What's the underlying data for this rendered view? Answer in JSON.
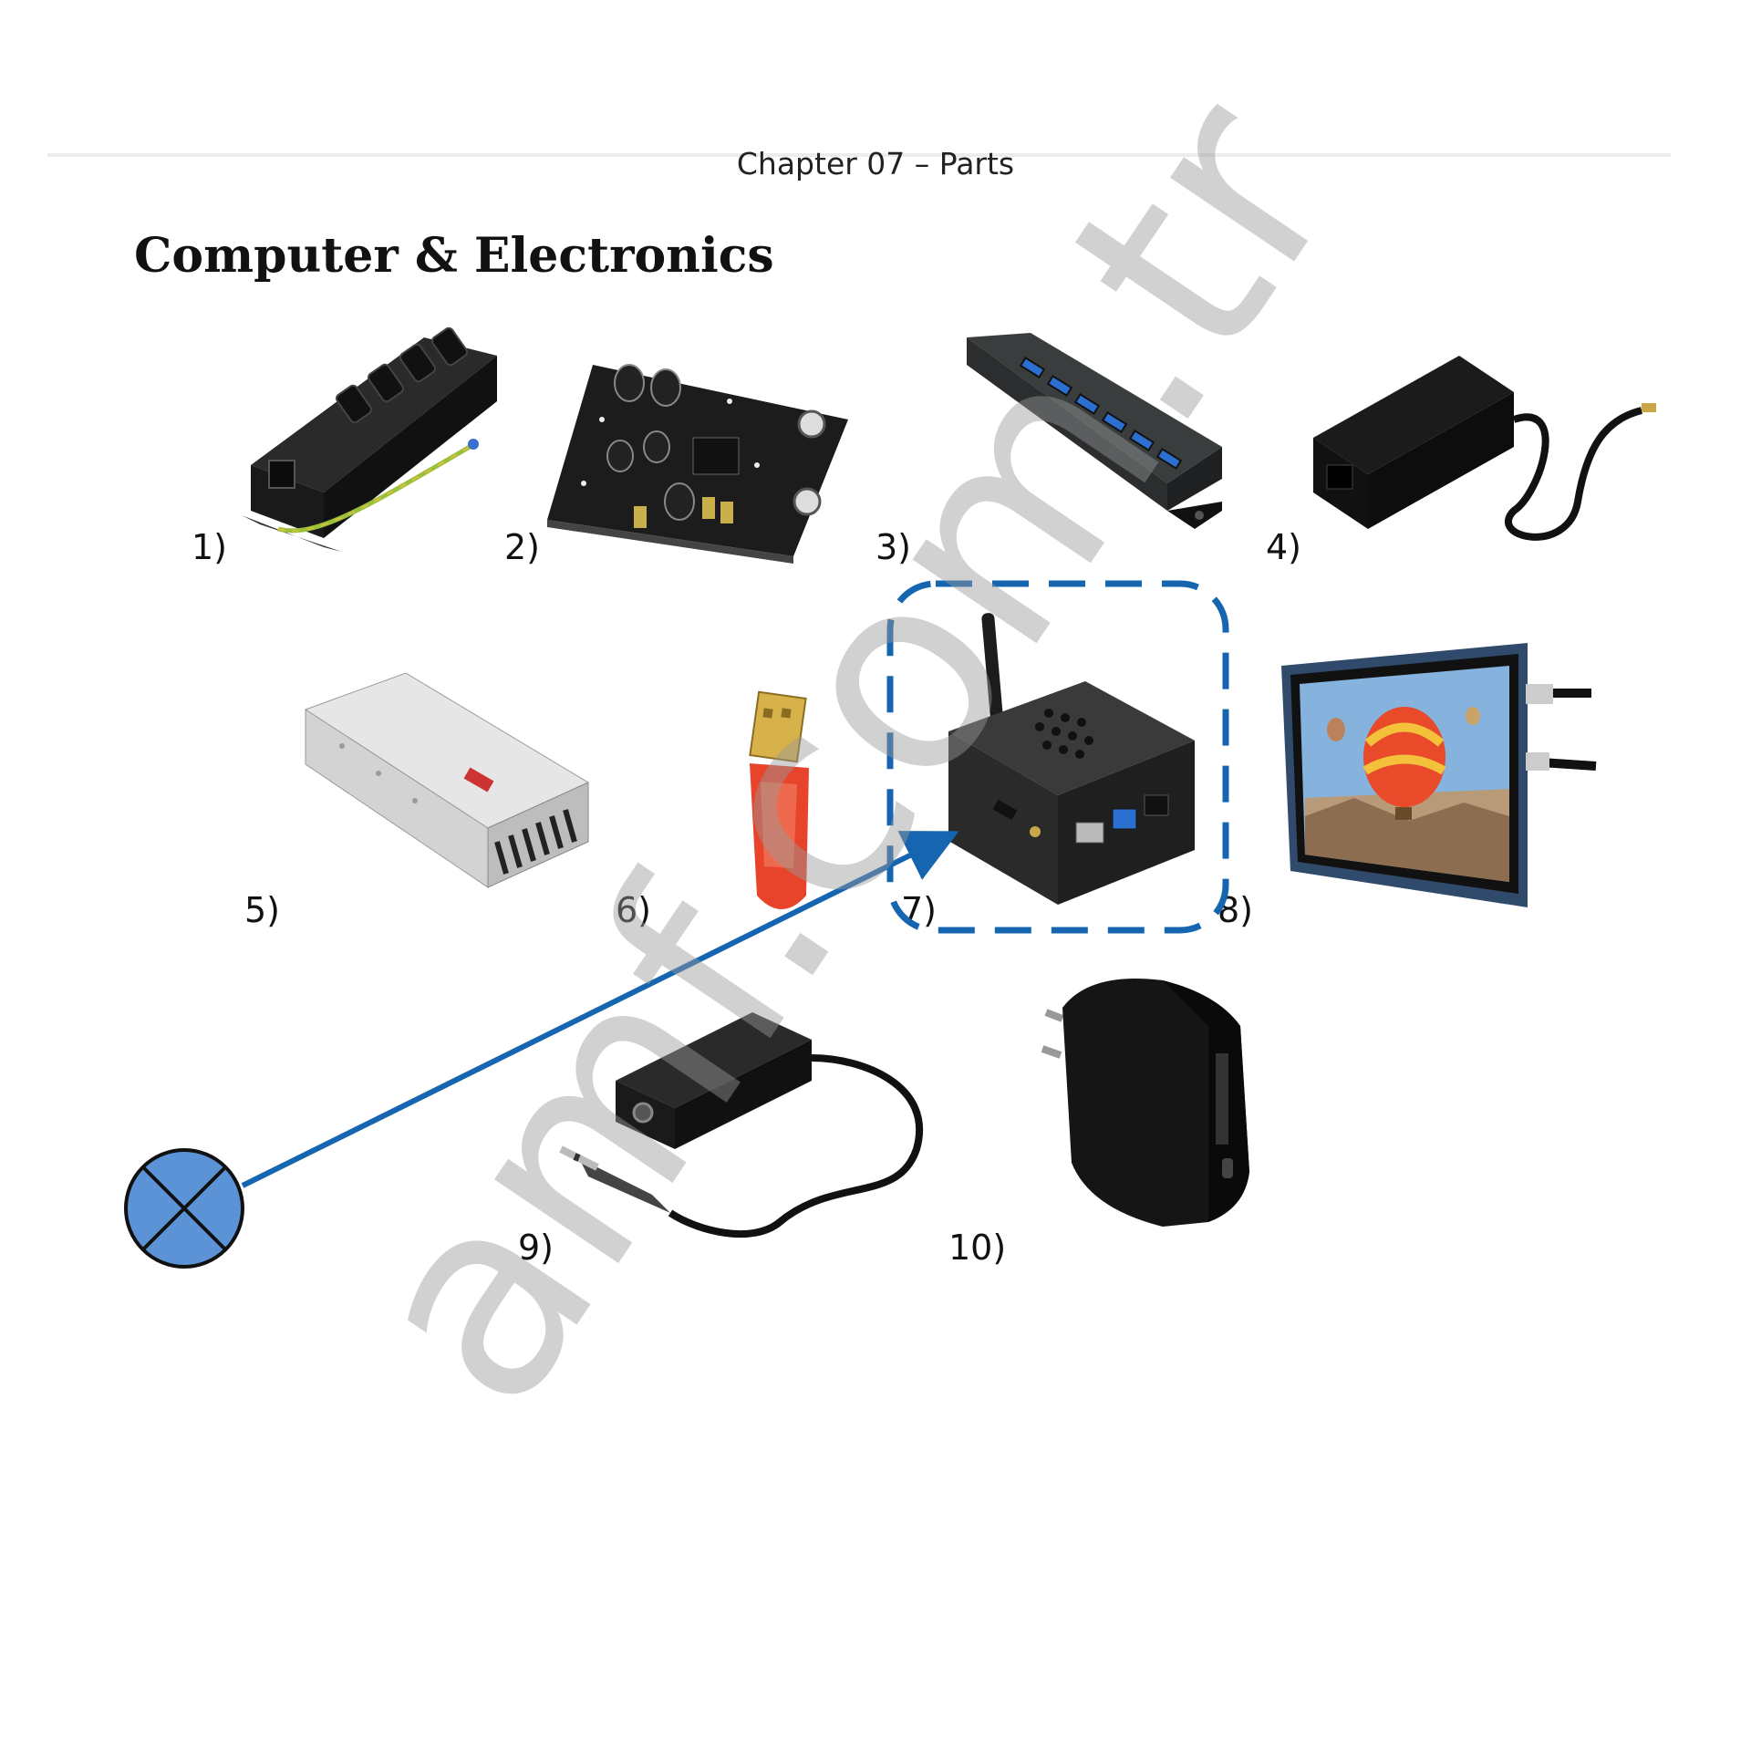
{
  "header": {
    "chapter": "Chapter 07 – Parts"
  },
  "section": {
    "title": "Computer & Electronics"
  },
  "parts": [
    {
      "label": "1)",
      "icon": "power-strip-icon"
    },
    {
      "label": "2)",
      "icon": "amplifier-board-icon"
    },
    {
      "label": "3)",
      "icon": "usb-hub-icon"
    },
    {
      "label": "4)",
      "icon": "power-adapter-icon"
    },
    {
      "label": "5)",
      "icon": "power-supply-unit-icon"
    },
    {
      "label": "6)",
      "icon": "usb-dongle-icon"
    },
    {
      "label": "7)",
      "icon": "mini-computer-icon"
    },
    {
      "label": "8)",
      "icon": "touch-display-icon"
    },
    {
      "label": "9)",
      "icon": "usb-audio-adapter-icon"
    },
    {
      "label": "10)",
      "icon": "usb-wall-charger-icon"
    }
  ],
  "watermark": {
    "text": "amf.com.tr"
  },
  "annotation": {
    "color": "#1565b0",
    "marker_fill": "#5b93d6"
  }
}
